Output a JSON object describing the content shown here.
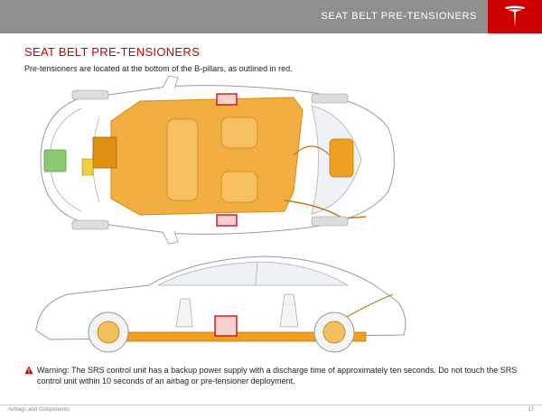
{
  "header": {
    "title": "SEAT BELT PRE-TENSIONERS",
    "logo": "tesla-logo-icon",
    "accent_color": "#cc0000",
    "bar_color": "#8f8f8f"
  },
  "section": {
    "title": "SEAT BELT PRE-TENSIONERS",
    "intro": "Pre-tensioners are located at the bottom of the B-pillars, as outlined in red."
  },
  "warning": {
    "icon": "warning-triangle-icon",
    "text": "Warning: The SRS control unit has a backup power supply with a discharge time of approximately ten seconds. Do not touch the SRS control unit within 10 seconds of an airbag or pre-tensioner deployment."
  },
  "footer": {
    "left": "Airbags and Components",
    "right": "17"
  },
  "diagram_colors": {
    "battery": "#f0a020",
    "highlight_outline": "#cc0000",
    "component_green": "#8cc870"
  }
}
